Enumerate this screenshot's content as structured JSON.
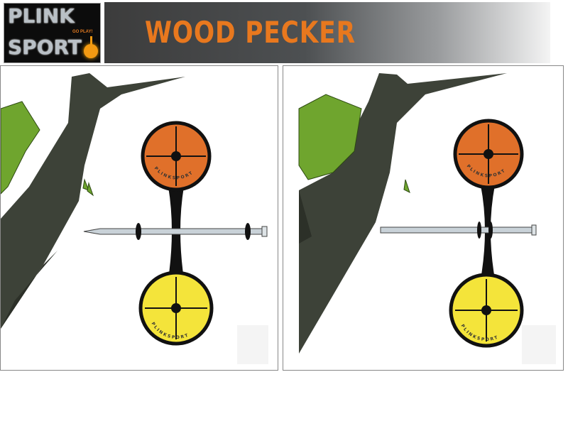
{
  "header": {
    "logo": {
      "line1": "PLINK",
      "line2": "SPORT",
      "tagline": "GO PLAY!"
    },
    "title": "WOOD PECKER"
  },
  "target": {
    "brand_text": "PLINKSPORT"
  },
  "colors": {
    "accent": "#e8781e",
    "top_plate": "#e0702a",
    "bottom_plate": "#f4e43a",
    "tree": "#3d4238",
    "leaves": "#6fa52e"
  }
}
